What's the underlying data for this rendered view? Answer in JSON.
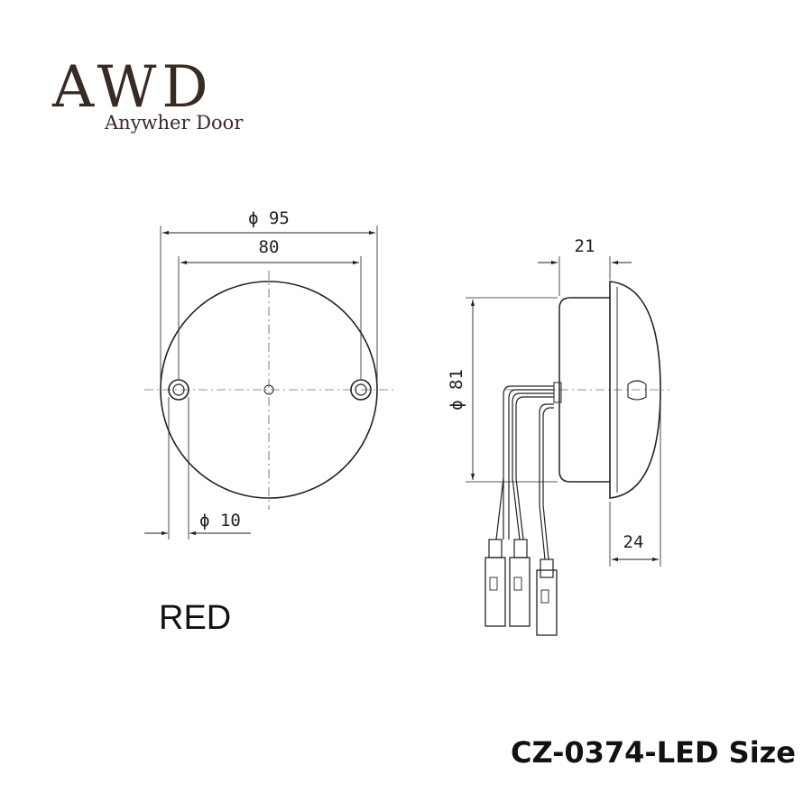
{
  "logo": {
    "name": "AWD",
    "tagline": "Anywher Door",
    "color": "#3a2a26"
  },
  "dimensions": {
    "outer_diameter": "ϕ 95",
    "mount_spacing": "80",
    "hole_diameter": "ϕ 10",
    "lens_height": "ϕ 81",
    "body_depth": "21",
    "total_depth": "24"
  },
  "color_label": "RED",
  "model_label": "CZ-0374-LED Size"
}
